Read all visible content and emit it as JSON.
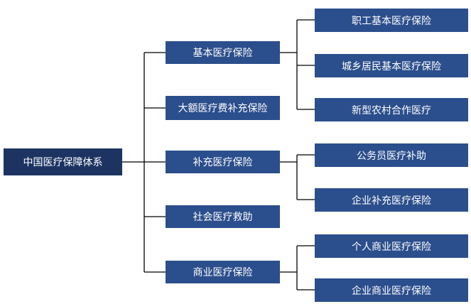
{
  "root": {
    "label": "中国医疗保障体系"
  },
  "level1": [
    {
      "label": "基本医疗保险"
    },
    {
      "label": "大额医疗费补充保险"
    },
    {
      "label": "补充医疗保险"
    },
    {
      "label": "社会医疗救助"
    },
    {
      "label": "商业医疗保险"
    }
  ],
  "level2": {
    "basic": [
      {
        "label": "职工基本医疗保险"
      },
      {
        "label": "城乡居民基本医疗保险"
      },
      {
        "label": "新型农村合作医疗"
      }
    ],
    "supplementary": [
      {
        "label": "公务员医疗补助"
      },
      {
        "label": "企业补充医疗保险"
      }
    ],
    "commercial": [
      {
        "label": "个人商业医疗保险"
      },
      {
        "label": "企业商业医疗保险"
      }
    ]
  },
  "colors": {
    "root_bg": "#1d3463",
    "node_bg": "#2b4e8c",
    "text": "#ffffff",
    "line": "#000000"
  }
}
